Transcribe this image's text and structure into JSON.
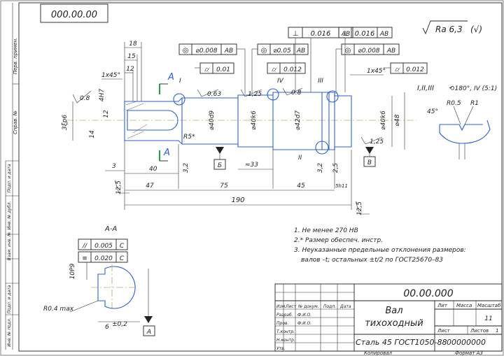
{
  "stamp_code_rotated": "000.00.00",
  "surface_finish": "Ra 6,3",
  "surface_finish_suffix": "(√)",
  "tolerance_frames": {
    "perp_1": {
      "symbol": "⊥",
      "value": "0.016",
      "datum": "AB"
    },
    "perp_2": {
      "symbol": "⊥",
      "value": "0.016",
      "datum": "AB"
    },
    "coax_1": {
      "symbol": "◎",
      "value": "⌀0.008",
      "datum": "AB"
    },
    "coax_2": {
      "symbol": "◎",
      "value": "⌀0.05",
      "datum": "AB"
    },
    "coax_3": {
      "symbol": "◎",
      "value": "⌀0.008",
      "datum": "AB"
    },
    "cyl_1": {
      "symbol": "⌭",
      "value": "0.01"
    },
    "cyl_2": {
      "symbol": "⌭",
      "value": "0.012"
    },
    "cyl_3": {
      "symbol": "⌭",
      "value": "0.012"
    },
    "sym_1": {
      "symbol": "//",
      "value": "0.005",
      "datum": "C"
    },
    "sym_2": {
      "symbol": "≡",
      "value": "0.020",
      "datum": "C"
    }
  },
  "dims": {
    "d18": "18",
    "d15": "15",
    "d12": "12",
    "chamfer_left": "1x45°",
    "chamfer_right": "1x45°",
    "key_depth": "4H7",
    "rough_08a": "0.8",
    "shaft_dia_left": "3ξp6",
    "d14": "14",
    "d12b": "12",
    "r5": "R5*",
    "ra063": "0.63",
    "ra125a": "1,25",
    "ra08b": "0.8",
    "ra125b": "1,25",
    "dia40d9": "⌀40d9",
    "dia40k6a": "⌀40k6",
    "dia42d7": "⌀42d7",
    "dia40k6b": "⌀40k6",
    "dia48": "⌀48",
    "d3": "3",
    "d40": "40",
    "d32a": "3,2",
    "d33": "≈33",
    "d32b": "3,2",
    "d25": "2,5",
    "d47": "47",
    "d75": "75",
    "d45": "45",
    "d5h11": "5h11",
    "d190": "190",
    "d125a": "12,5",
    "d125b": "12,5"
  },
  "section_marks": {
    "a": "A",
    "label_b": "Б",
    "label_v": "В",
    "label_a": "А"
  },
  "views": {
    "I": "I",
    "II": "II",
    "III": "III",
    "IV": "IV"
  },
  "detail": {
    "title": "I,II,III",
    "rotation": "⟲180°, IV (5:1)",
    "r05": "R0.5",
    "r1": "R1",
    "angle": "45°"
  },
  "section": {
    "title": "А-А",
    "key_width": "10P9",
    "r04": "R0.4 max",
    "tol": "±0,2",
    "depth": "6"
  },
  "notes": [
    "1. Не менее 270 НВ",
    "2.* Размер обеспеч. инстр.",
    "3. Неуказанные предельные отклонения размеров:",
    "валов –t; остальных ±t/2 по ГОСТ25670–83"
  ],
  "side_labels": [
    "Перв. примен.",
    "Справ. №",
    "Подп. и дата",
    "Инв. № дубл.",
    "Взам. инв. №",
    "Подп. и дата",
    "Инв. № подл."
  ],
  "title_block": {
    "designation": "00.00.000",
    "name_line1": "Вал",
    "name_line2": "тихоходный",
    "material": "Сталь 45 ГОСТ1050-88",
    "designation_right": "00000000",
    "lit": "Лит",
    "mass": "Масса",
    "scale": "Масштаб",
    "scale_value": "11",
    "sheet": "Лист",
    "sheets": "Листов",
    "sheets_value": "1",
    "rows": [
      "Изм.",
      "Лист",
      "№ докум.",
      "Подп.",
      "Дата"
    ],
    "roles": [
      "Разраб.",
      "Пров.",
      "Т.контр.",
      "",
      "Н.контр.",
      "Утв."
    ],
    "names": [
      "Ф.И.О.",
      "Ф.И.О."
    ],
    "copied": "Копировал",
    "format": "Формат  А3"
  }
}
